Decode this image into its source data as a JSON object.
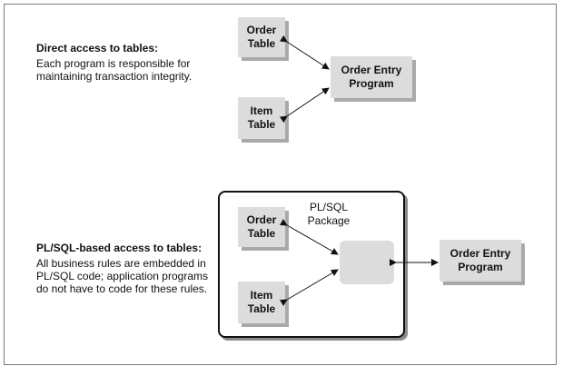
{
  "top": {
    "heading": "Direct access to tables:",
    "desc_lines": [
      "Each program is responsible for",
      "maintaining transaction integrity."
    ],
    "order_table": "Order\nTable",
    "item_table": "Item\nTable",
    "program": "Order Entry\nProgram"
  },
  "bottom": {
    "heading": "PL/SQL-based access to tables:",
    "desc_lines": [
      "All business rules are embedded in",
      "PL/SQL code; application programs",
      "do not have to code for these rules."
    ],
    "package_label": "PL/SQL\nPackage",
    "order_table": "Order\nTable",
    "item_table": "Item\nTable",
    "program": "Order Entry\nProgram"
  },
  "colors": {
    "box_fill": "#dcdcdc",
    "box_shadow": "#a9a9a9",
    "text": "#111111",
    "frame": "#7a7a7a"
  }
}
